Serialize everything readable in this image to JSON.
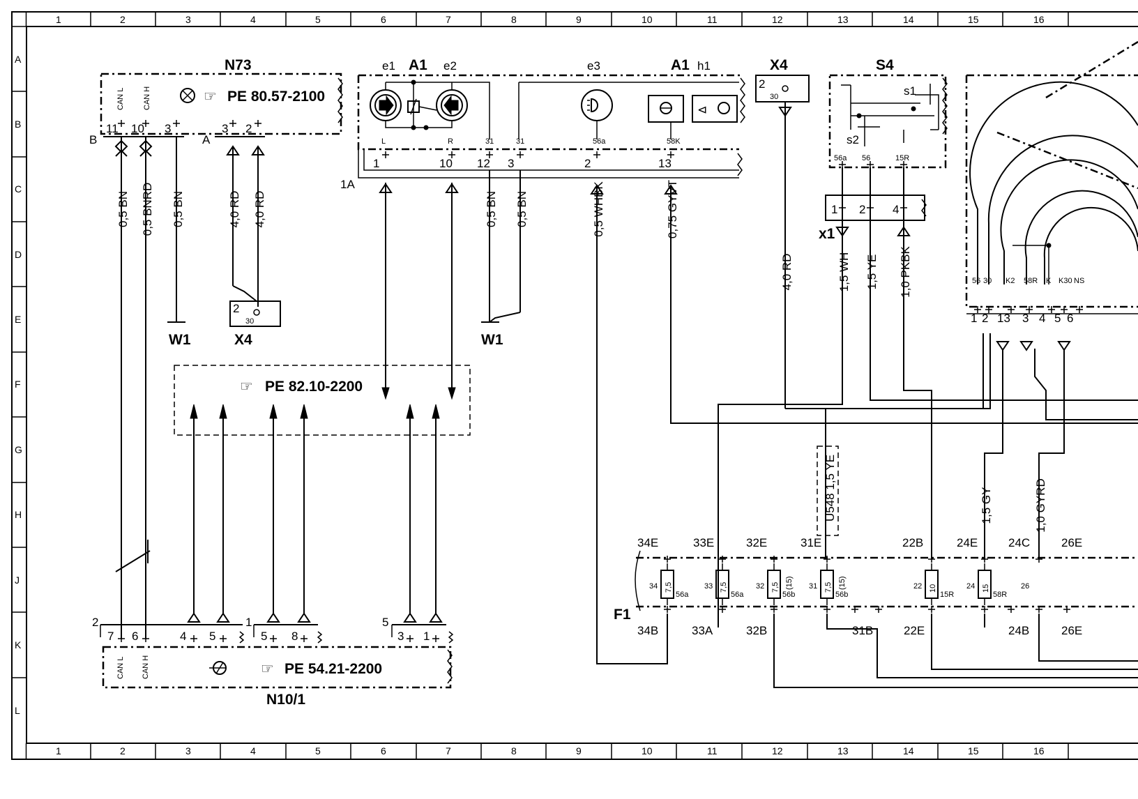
{
  "frame": {
    "columns": [
      "1",
      "2",
      "3",
      "4",
      "5",
      "6",
      "7",
      "8",
      "9",
      "10",
      "11",
      "12",
      "13",
      "14",
      "15",
      "16"
    ],
    "rows": [
      "A",
      "B",
      "C",
      "D",
      "E",
      "F",
      "G",
      "H",
      "J",
      "K",
      "L"
    ]
  },
  "components": {
    "n73": {
      "name": "N73",
      "ref": "PE  80.57-2100",
      "pin_can_l": "CAN L",
      "pin_can_h": "CAN H"
    },
    "a1_left": {
      "name": "A1",
      "e1": "e1",
      "e2": "e2",
      "e3": "e3"
    },
    "a1_right": {
      "name": "A1",
      "h1": "h1"
    },
    "x4_top": {
      "name": "X4",
      "pin2": "2",
      "pin30": "30"
    },
    "x4_bottom": {
      "name": "X4",
      "pin2": "2",
      "pin30": "30"
    },
    "s4": {
      "name": "S4",
      "s1": "s1",
      "s2": "s2"
    },
    "w1_left": "W1",
    "w1_mid": "W1",
    "x1": "x1",
    "pe_82": "PE  82.10-2200",
    "n10": {
      "name": "N10/1",
      "ref": "PE  54.21-2200",
      "pin_can_l": "CAN L",
      "pin_can_h": "CAN H"
    },
    "f1": "F1",
    "connector_1a": "1A",
    "conn_b": "B",
    "conn_a": "A"
  },
  "pins": {
    "n73": [
      "11",
      "10",
      "3",
      "3",
      "2"
    ],
    "a1": [
      "L",
      "R",
      "31",
      "31",
      "56a",
      "58K"
    ],
    "a1_conn": [
      "1",
      "10",
      "12",
      "3",
      "2",
      "13"
    ],
    "s4": [
      "56a",
      "56",
      "15R"
    ],
    "x1": [
      "1",
      "2",
      "4"
    ],
    "n10_g2": [
      "7",
      "6",
      "4",
      "5"
    ],
    "n10_g1": [
      "5",
      "8"
    ],
    "n10_g5": [
      "3",
      "1"
    ],
    "n10_groups": [
      "2",
      "1",
      "5"
    ],
    "right_box_top": [
      "56",
      "30",
      "K2",
      "58R",
      "K",
      "K30",
      "NS"
    ],
    "right_box_bottom": [
      "1",
      "2",
      "13",
      "3",
      "4",
      "5",
      "6"
    ]
  },
  "wires": {
    "w1": "0,5  BN",
    "w2": "0,5  BNRD",
    "w3": "0,5  BN",
    "w4": "4,0  RD",
    "w5": "4,0  RD",
    "w6": "0,5  BN",
    "w7": "0,5  BN",
    "w8": "0,5  WHBK",
    "w9": "0,75  GYVT",
    "w10": "4,0  RD",
    "w11": "1,5  WH",
    "w12": "1,5  YE",
    "w13": "1,0  PKBK",
    "w14": "1,5  GY",
    "w15": "1,0  GYRD",
    "w16": "U548  1,5  YE"
  },
  "fuses": {
    "top_labels": [
      "34E",
      "33E",
      "32E",
      "31E",
      "22B",
      "24E",
      "24C",
      "26E"
    ],
    "bottom_labels": [
      "34B",
      "33A",
      "32B",
      "31B",
      "22E",
      "24B",
      "26E"
    ],
    "numbers": [
      "34",
      "33",
      "32",
      "31",
      "22",
      "24",
      "26"
    ],
    "ratings": [
      "7,5",
      "7,5",
      "7,5",
      "7,5",
      "10",
      "15"
    ],
    "circuits": [
      "56a",
      "56a",
      "56b",
      "56b",
      "15R",
      "58R"
    ],
    "paren": [
      "(15)",
      "(15)"
    ]
  }
}
